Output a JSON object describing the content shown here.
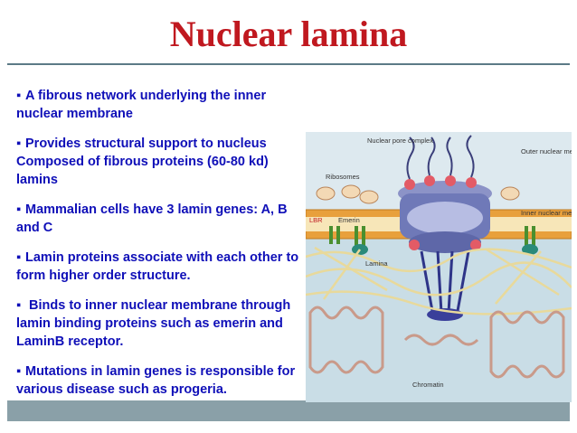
{
  "slide": {
    "title": "Nuclear lamina",
    "bullet_glyph": "▪",
    "points": [
      "A fibrous network underlying the inner nuclear membrane",
      "Provides structural support to nucleus",
      "Composed of fibrous proteins (60-80 kd) lamins",
      "Mammalian cells have 3 lamin genes: A, B and C",
      "Lamin proteins associate with each other to form higher order structure.",
      " Binds to inner nuclear membrane through lamin binding proteins such as emerin and LaminB receptor.",
      "Mutations in lamin genes is responsible for various disease such as progeria."
    ]
  },
  "figure": {
    "labels": {
      "nuclear_pore_complex": "Nuclear pore complex",
      "ribosomes": "Ribosomes",
      "outer_membrane": "Outer nuclear membrane",
      "inner_membrane": "Inner nuclear membrane",
      "lbr": "LBR",
      "emerin": "Emerin",
      "lamina": "Lamina",
      "chromatin": "Chromatin"
    }
  },
  "colors": {
    "title": "#c0181f",
    "text": "#0f0fb8",
    "frame": "#5c7a86",
    "band": "#8aa0a8"
  }
}
